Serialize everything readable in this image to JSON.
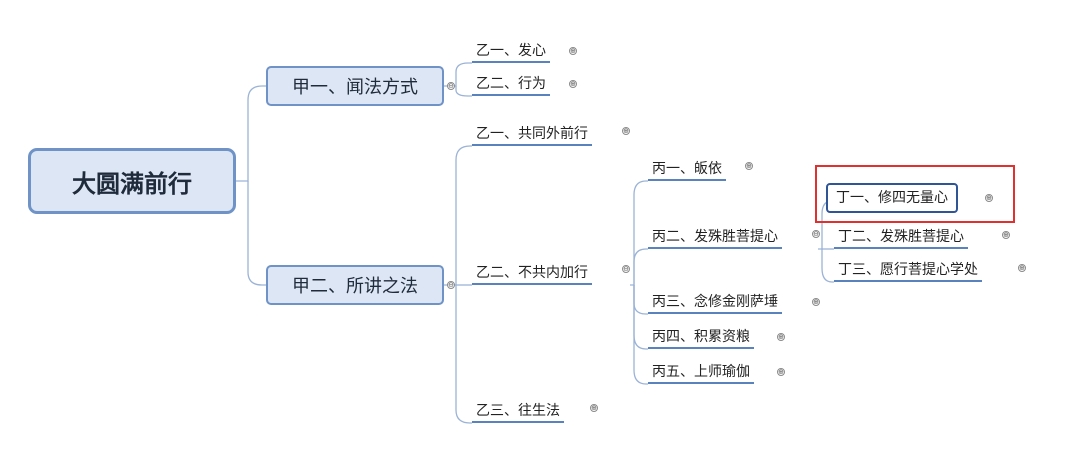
{
  "mindmap": {
    "root": "大圆满前行",
    "jia1": {
      "label": "甲一、闻法方式"
    },
    "jia2": {
      "label": "甲二、所讲之法"
    },
    "yi1_a": "乙一、发心",
    "yi2_a": "乙二、行为",
    "yi1_b": "乙一、共同外前行",
    "yi2_b": "乙二、不共内加行",
    "yi3_b": "乙三、往生法",
    "bing1": "丙一、皈依",
    "bing2": "丙二、发殊胜菩提心",
    "bing3": "丙三、念修金刚萨埵",
    "bing4": "丙四、积累资粮",
    "bing5": "丙五、上师瑜伽",
    "ding1": "丁一、修四无量心",
    "ding2": "丁二、发殊胜菩提心",
    "ding3": "丁三、愿行菩提心学处"
  },
  "colors": {
    "node_fill": "#dce6f4",
    "node_border": "#6f93c6",
    "underline": "#5a82bd",
    "connector": "#9bb3d6",
    "focus_border": "#2f5597",
    "highlight": "#e03030"
  },
  "toggle_icons": {
    "expand": "⊕",
    "collapse": "⊖"
  }
}
